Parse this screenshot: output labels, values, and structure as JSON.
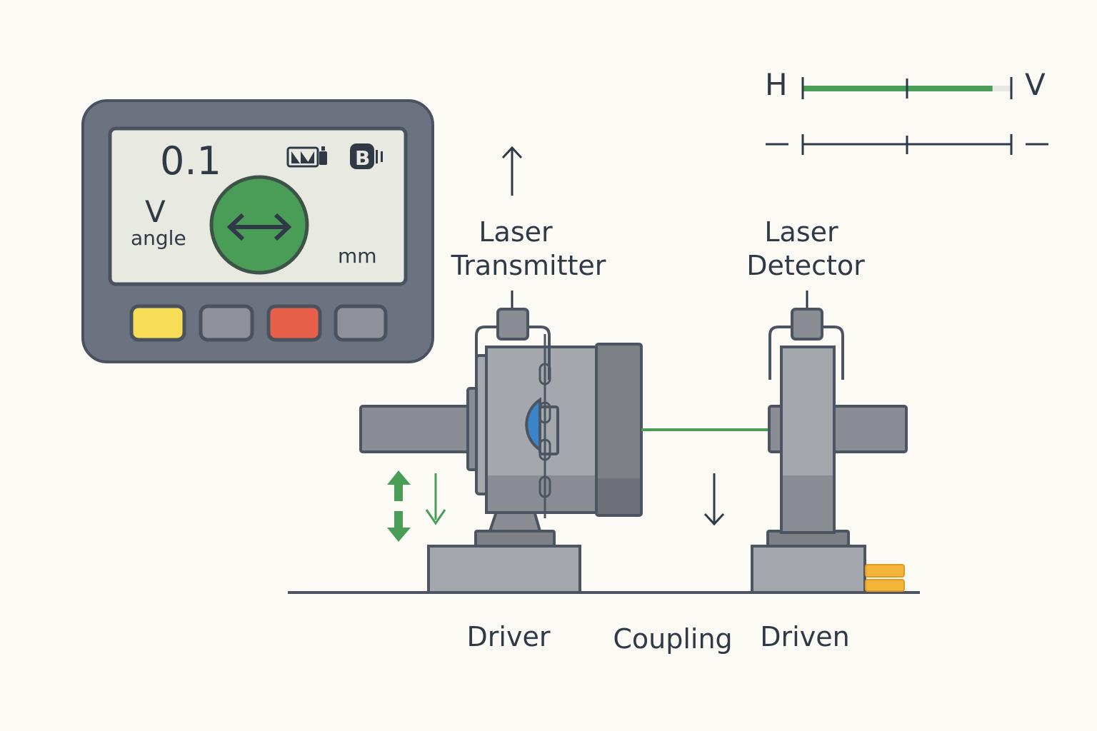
{
  "device": {
    "reading_value": "0.1",
    "axis_letter": "V",
    "axis_sub": "angle",
    "unit": "mm",
    "battery_icon": "battery-icon",
    "bluetooth_icon": "bluetooth-icon",
    "center_icon": "horizontal-arrows-icon",
    "buttons": [
      {
        "name": "yellow-button",
        "color": "#f7dc55"
      },
      {
        "name": "gray-button-1",
        "color": "#8e9199"
      },
      {
        "name": "red-button",
        "color": "#e8604a"
      },
      {
        "name": "gray-button-2",
        "color": "#8e9199"
      }
    ]
  },
  "scale": {
    "h_label": "H",
    "v_label": "V",
    "green_fill_fraction": 0.91,
    "accent_color": "#4a9d57"
  },
  "labels": {
    "transmitter": [
      "Laser",
      "Transmitter"
    ],
    "detector": [
      "Laser",
      "Detector"
    ],
    "driver": "Driver",
    "coupling": "Coupling",
    "driven": "Driven"
  },
  "colors": {
    "outline": "#4d5563",
    "machine_body": "#a4a7ac",
    "machine_dark": "#7d8186",
    "laser": "#4a9d57",
    "lens": "#3a84c9",
    "shim": "#f2b53a",
    "screen": "#e8e9e0"
  }
}
